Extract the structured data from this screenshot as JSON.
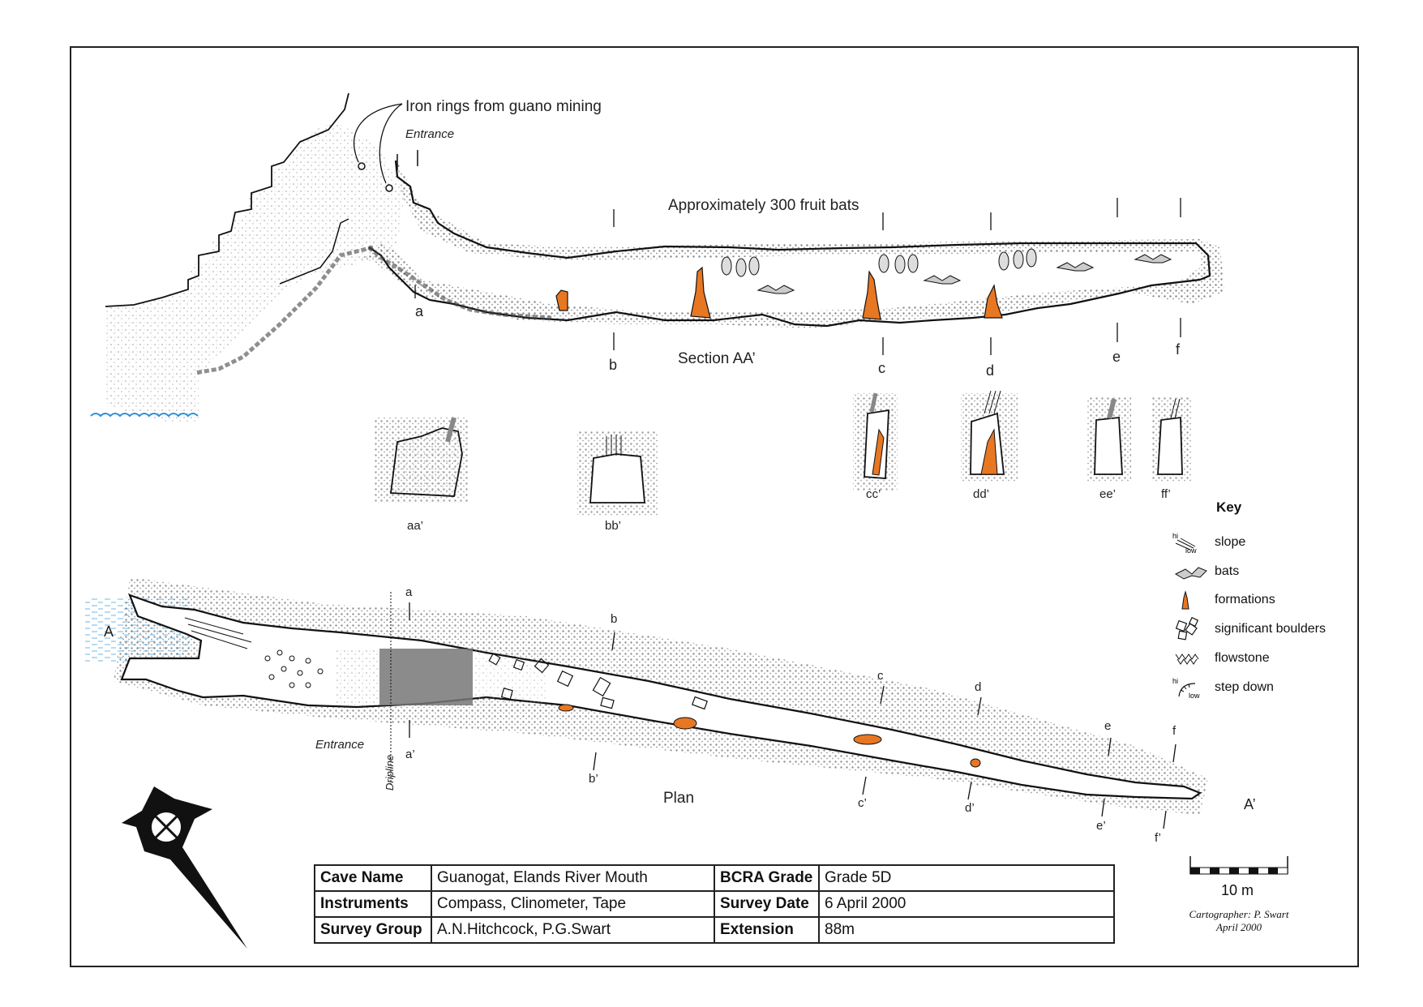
{
  "labels": {
    "iron_rings": "Iron rings from guano mining",
    "entrance_top": "Entrance",
    "fruit_bats": "Approximately 300 fruit bats",
    "section_title": "Section AA’",
    "plan_title": "Plan",
    "entrance_plan": "Entrance",
    "dripline": "Dripline",
    "plan_A": "A",
    "plan_A_prime": "A’"
  },
  "section_markers": {
    "a": "a",
    "b": "b",
    "c": "c",
    "d": "d",
    "e": "e",
    "f": "f"
  },
  "cross_sections": {
    "aa": "aa’",
    "bb": "bb’",
    "cc": "cc’",
    "dd": "dd’",
    "ee": "ee’",
    "ff": "ff’"
  },
  "plan_markers": {
    "a_top": "a",
    "a_bot": "a’",
    "b_top": "b",
    "b_bot": "b’",
    "c_top": "c",
    "c_bot": "c’",
    "d_top": "d",
    "d_bot": "d’",
    "e_top": "e",
    "e_bot": "e’",
    "f_top": "f",
    "f_bot": "f’"
  },
  "key": {
    "title": "Key",
    "items": [
      {
        "label": "slope",
        "icon": "slope-icon"
      },
      {
        "label": "bats",
        "icon": "bat-icon"
      },
      {
        "label": "formations",
        "icon": "formation-icon"
      },
      {
        "label": "significant boulders",
        "icon": "boulder-icon"
      },
      {
        "label": "flowstone",
        "icon": "flowstone-icon"
      },
      {
        "label": "step down",
        "icon": "step-down-icon"
      }
    ],
    "slope_hi": "hi",
    "slope_low": "low",
    "step_hi": "hi",
    "step_low": "low"
  },
  "info_table": {
    "rows": [
      [
        "Cave Name",
        "Guanogat, Elands River Mouth",
        "BCRA Grade",
        "Grade 5D"
      ],
      [
        "Instruments",
        "Compass, Clinometer, Tape",
        "Survey Date",
        "6 April 2000"
      ],
      [
        "Survey Group",
        "A.N.Hitchcock, P.G.Swart",
        "Extension",
        "88m"
      ]
    ]
  },
  "scale": {
    "label": "10 m"
  },
  "cartographer": {
    "line1": "Cartographer: P. Swart",
    "line2": "April 2000"
  },
  "colors": {
    "formation": "#e87722",
    "water": "#2a8fd6",
    "rock_dots": "#888888",
    "ink": "#111111"
  }
}
